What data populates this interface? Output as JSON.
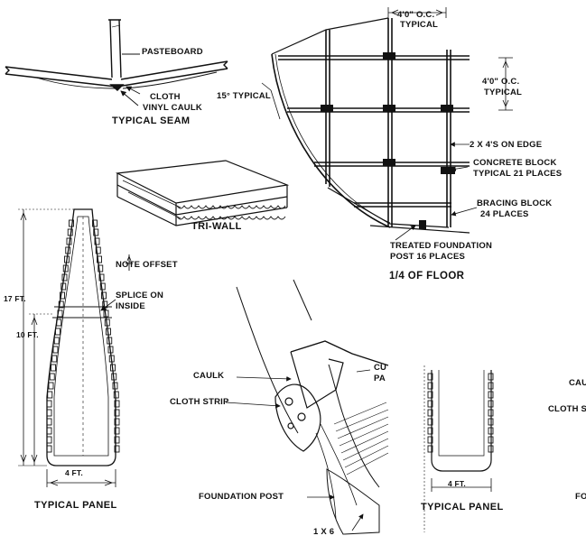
{
  "seam": {
    "pasteboard": "PASTEBOARD",
    "cloth": "CLOTH",
    "vinyl_caulk": "VINYL CAULK",
    "caption": "TYPICAL SEAM"
  },
  "triwall": {
    "caption": "TRI-WALL"
  },
  "panel": {
    "note_offset": "NOTE OFFSET",
    "splice_line1": "SPLICE ON",
    "splice_line2": "INSIDE",
    "height_total": "17 FT.",
    "height_lower": "10 FT.",
    "width": "4 FT.",
    "caption": "TYPICAL PANEL"
  },
  "floor": {
    "oc_top_line1": "4'0\" O.C.",
    "oc_top_line2": "TYPICAL",
    "oc_right_line1": "4'0\" O.C.",
    "oc_right_line2": "TYPICAL",
    "angle": "15° TYPICAL",
    "on_edge": "2 X 4'S ON EDGE",
    "concrete_line1": "CONCRETE BLOCK",
    "concrete_line2": "TYPICAL 21 PLACES",
    "bracing_line1": "BRACING BLOCK",
    "bracing_line2": "24 PLACES",
    "foundation_line1": "TREATED FOUNDATION",
    "foundation_line2": "POST 16 PLACES",
    "caption": "1/4 OF FLOOR"
  },
  "detail": {
    "caulk": "CAULK",
    "cloth_strip": "CLOTH STRIP",
    "cut_line1": "CU",
    "cut_line2": "PA",
    "foundation_post": "FOUNDATION POST",
    "lumber": "1 X 6"
  },
  "panel_copy": {
    "width": "4 FT.",
    "caption": "TYPICAL PANEL"
  },
  "detail_copy": {
    "caulk": "CAU",
    "cloth": "CLOTH S",
    "foundation": "FO"
  }
}
